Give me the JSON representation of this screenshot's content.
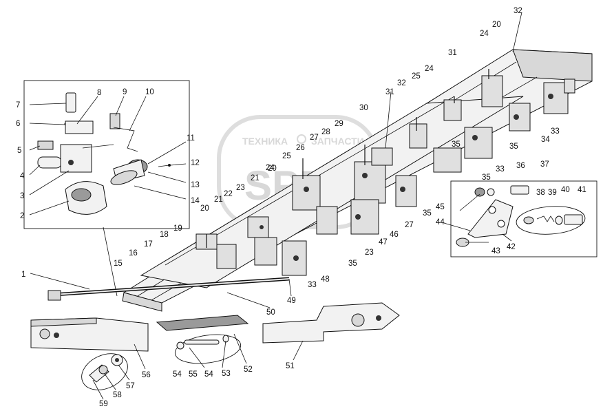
{
  "watermark": {
    "left_text": "ТЕХНИКА",
    "right_text": "ЗАПЧАСТИ",
    "monogram": "SPB"
  },
  "callouts": [
    "1",
    "2",
    "3",
    "4",
    "5",
    "6",
    "7",
    "8",
    "9",
    "10",
    "11",
    "12",
    "13",
    "14",
    "15",
    "16",
    "17",
    "18",
    "19",
    "20",
    "20",
    "20",
    "21",
    "21",
    "22",
    "23",
    "23",
    "24",
    "24",
    "24",
    "25",
    "25",
    "26",
    "27",
    "27",
    "28",
    "29",
    "30",
    "31",
    "31",
    "32",
    "32",
    "33",
    "33",
    "33",
    "34",
    "35",
    "35",
    "35",
    "35",
    "35",
    "36",
    "37",
    "38",
    "39",
    "40",
    "41",
    "42",
    "43",
    "44",
    "45",
    "46",
    "47",
    "48",
    "49",
    "50",
    "51",
    "52",
    "53",
    "54",
    "54",
    "55",
    "56",
    "57",
    "58",
    "59"
  ]
}
